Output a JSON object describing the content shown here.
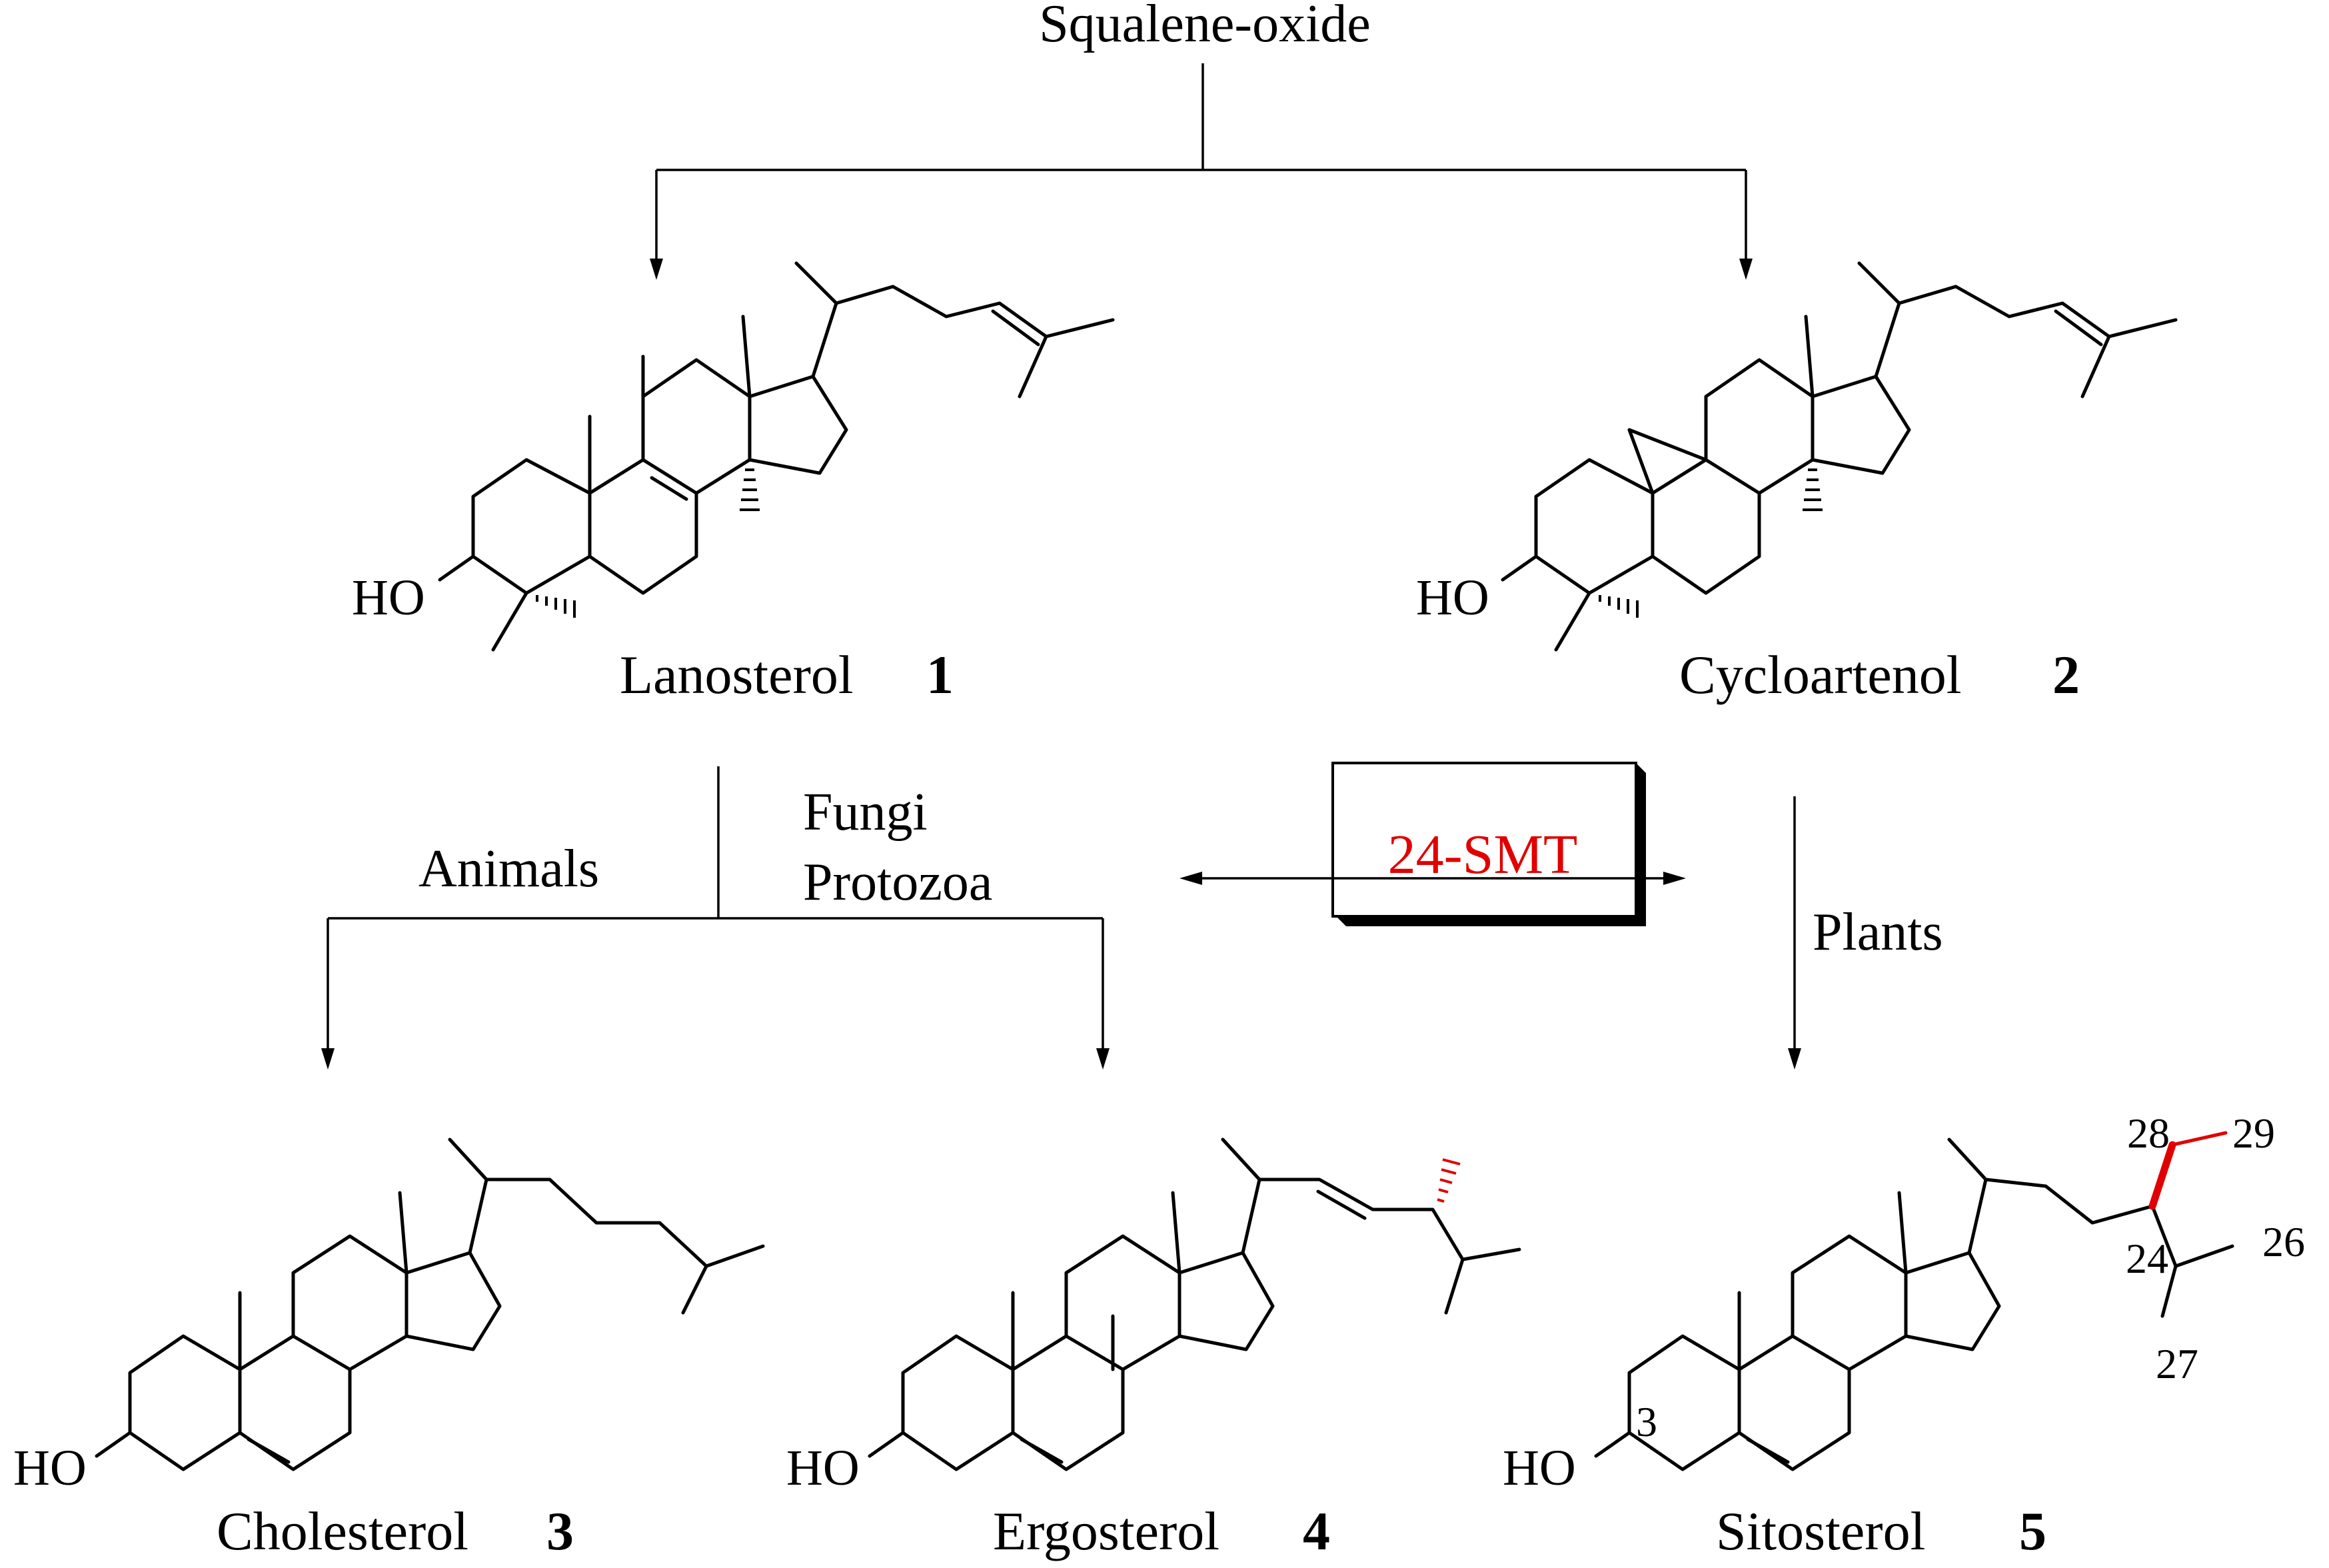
{
  "precursor": "Squalene-oxide",
  "enzyme": "24-SMT",
  "groups": {
    "animals": "Animals",
    "fungi": "Fungi",
    "protozoa": "Protozoa",
    "plants": "Plants"
  },
  "compounds": [
    {
      "name": "Lanosterol",
      "number": "1"
    },
    {
      "name": "Cycloartenol",
      "number": "2"
    },
    {
      "name": "Cholesterol",
      "number": "3"
    },
    {
      "name": "Ergosterol",
      "number": "4"
    },
    {
      "name": "Sitosterol",
      "number": "5"
    }
  ],
  "atom_label": "HO",
  "locants": {
    "c3": "3",
    "c24": "24",
    "c26": "26",
    "c27": "27",
    "c28": "28",
    "c29": "29"
  },
  "colors": {
    "highlight": "#e00000",
    "ink": "#000000"
  }
}
